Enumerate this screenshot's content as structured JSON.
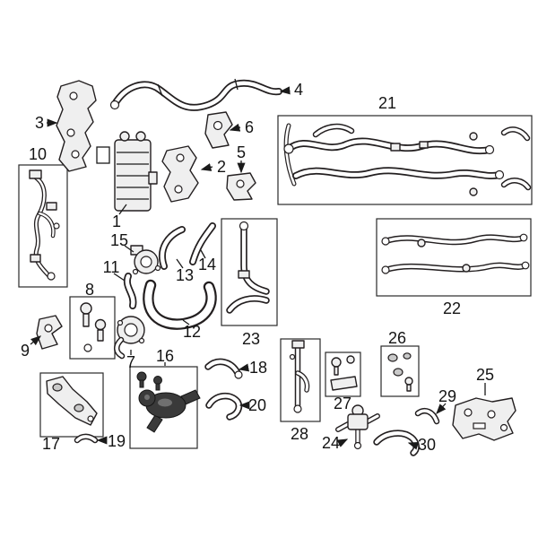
{
  "diagram": {
    "type": "parts-diagram",
    "background_color": "#ffffff",
    "line_color": "#231f20",
    "highlight_color": "#3a3a3a",
    "highlighted_part": "16",
    "boxed_parts": [
      "8",
      "10",
      "16",
      "17",
      "21",
      "22",
      "23",
      "26",
      "27",
      "28"
    ],
    "part_numbers": [
      "1",
      "2",
      "3",
      "4",
      "5",
      "6",
      "7",
      "8",
      "9",
      "10",
      "11",
      "12",
      "13",
      "14",
      "15",
      "16",
      "17",
      "18",
      "19",
      "20",
      "21",
      "22",
      "23",
      "24",
      "25",
      "26",
      "27",
      "28",
      "29",
      "30"
    ]
  }
}
